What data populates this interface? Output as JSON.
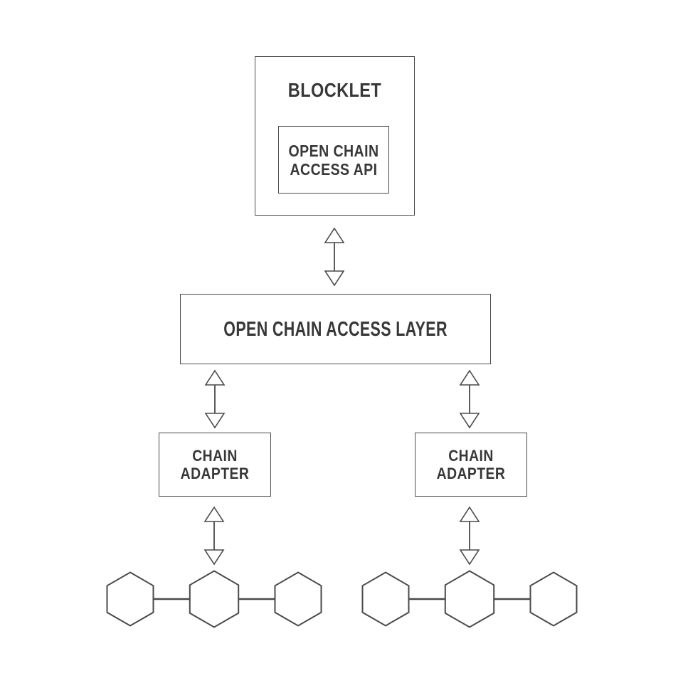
{
  "theme": {
    "bg-color": "#ffffff",
    "line-color": "#4a4a4a",
    "text-color": "#383838"
  },
  "icons": {
    "connector": "bidirectional-vertical-arrow",
    "node": "hexagon-node"
  },
  "diagram": {
    "blocklet": {
      "label": "BLOCKLET",
      "api_label": "OPEN CHAIN ACCESS API"
    },
    "access_layer": {
      "label": "OPEN CHAIN ACCESS LAYER"
    },
    "adapters": [
      {
        "label": "CHAIN ADAPTER"
      },
      {
        "label": "CHAIN ADAPTER"
      }
    ],
    "connections": [
      "blocklet-to-access-layer",
      "access-layer-to-left-adapter",
      "access-layer-to-right-adapter",
      "left-adapter-to-left-chain",
      "right-adapter-to-right-chain"
    ],
    "chains": [
      {
        "name": "left-blockchain",
        "node_count": 3
      },
      {
        "name": "right-blockchain",
        "node_count": 3
      }
    ]
  }
}
